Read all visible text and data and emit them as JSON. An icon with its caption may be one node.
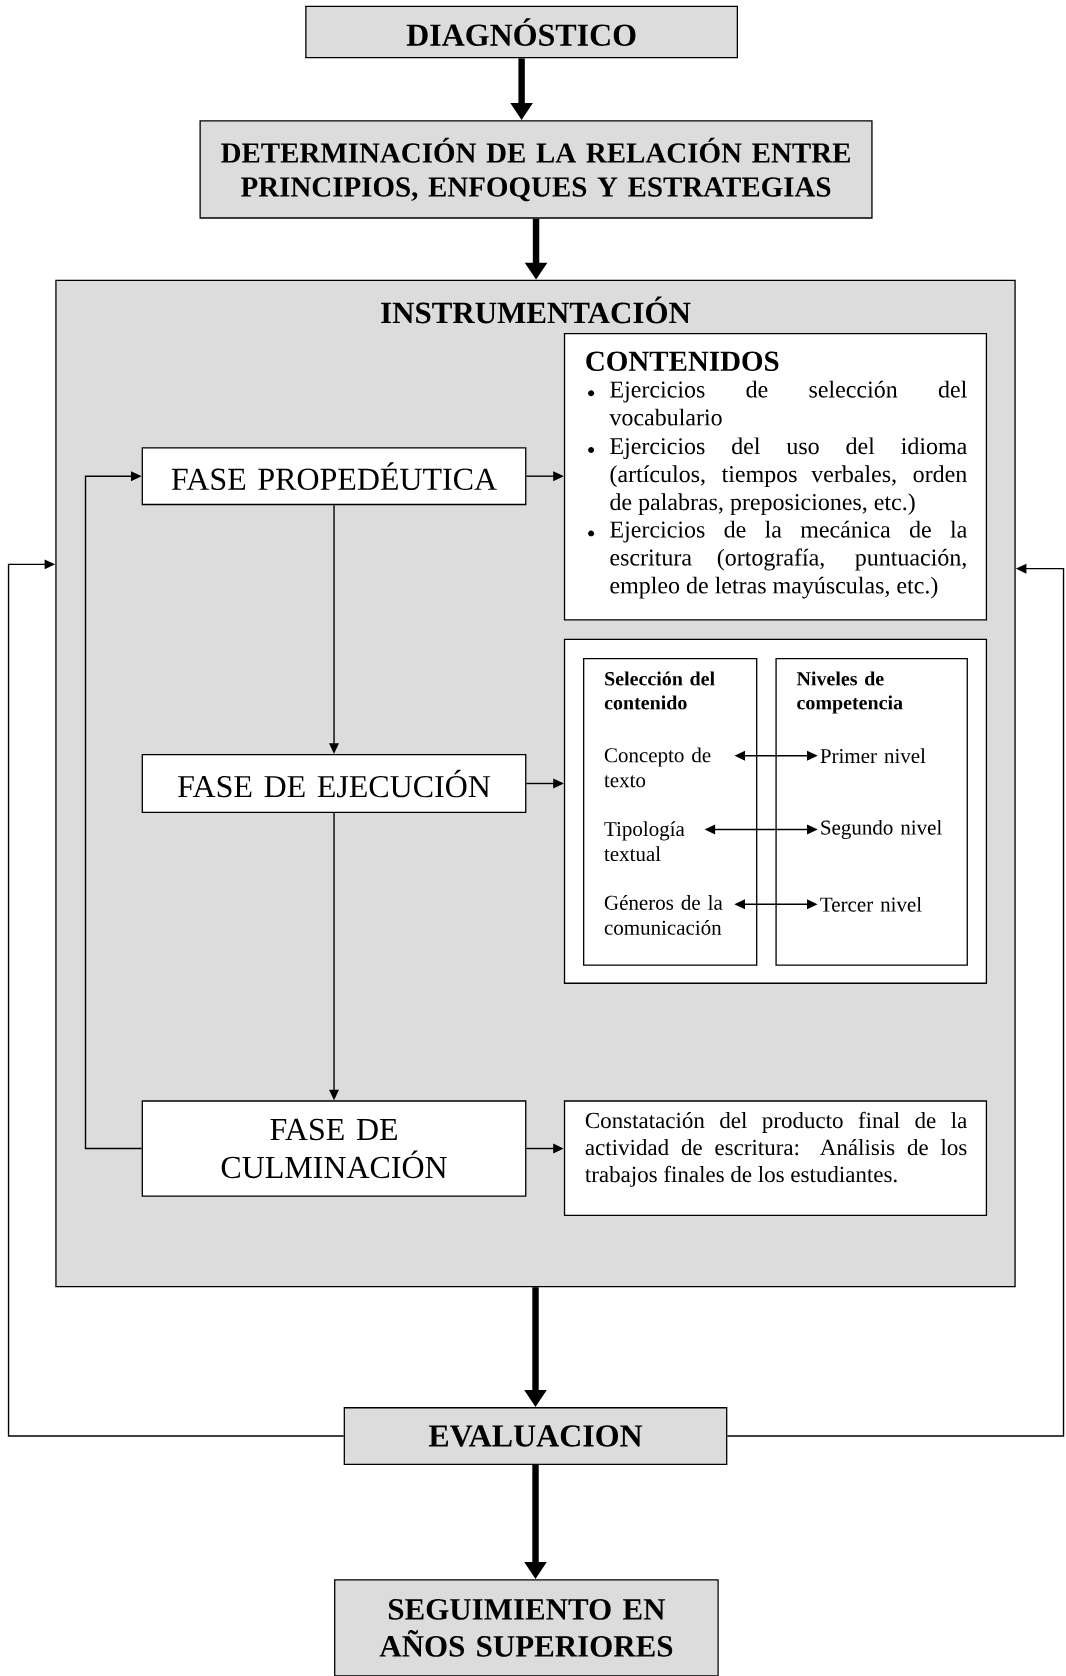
{
  "diagram": {
    "nodes": [
      {
        "text": [
          "DIAGNÓSTICO"
        ]
      },
      {
        "text": [
          "DETERMINACIÓN DE LA RELACIÓN ENTRE PRINCIPIOS, ENFOQUES Y ESTRATEGIAS"
        ]
      },
      {
        "text": [
          "INSTRUMENTACIÓN"
        ]
      },
      {
        "text": [
          "CONTENIDOS",
          "Ejercicios de selección del vocabulario",
          "Ejercicios del uso del idioma (artículos, tiempos verbales, orden de palabras, preposiciones, etc.)",
          "Ejercicios de la mecánica de la escritura (ortografía, puntuación, empleo de letras mayúsculas, etc.)"
        ],
        "in": 2
      },
      {
        "text": [
          "FASE PROPEDÉUTICA"
        ],
        "in": 2
      },
      {
        "text": [],
        "shape": "box",
        "in": 2
      },
      {
        "text": [
          "Selección del contenido"
        ],
        "in": 5
      },
      {
        "text": [
          "Concepto de texto"
        ],
        "in": 6
      },
      {
        "text": [
          "Tipología textual"
        ],
        "in": 6
      },
      {
        "text": [
          "Géneros de la comunicación"
        ],
        "in": 6
      },
      {
        "text": [
          "Niveles de competencia"
        ],
        "in": 5
      },
      {
        "text": [
          "Primer nivel"
        ],
        "in": 10
      },
      {
        "text": [
          "Segundo nivel"
        ],
        "in": 10
      },
      {
        "text": [
          "Tercer nivel"
        ],
        "in": 10
      },
      {
        "text": [
          "FASE DE EJECUCIÓN"
        ],
        "in": 2
      },
      {
        "text": [
          "FASE DE CULMINACIÓN"
        ],
        "in": 2
      },
      {
        "text": [
          "Constatación del producto final de la actividad de escritura: Análisis de los trabajos finales de los estudiantes."
        ],
        "in": 2
      },
      {
        "text": [
          "EVALUACION"
        ]
      },
      {
        "text": [
          "SEGUIMIENTO EN AÑOS SUPERIORES"
        ]
      }
    ],
    "edges": [
      {
        "from": 0,
        "to": 1,
        "arrow": "to",
        "style": "thick"
      },
      {
        "from": 1,
        "to": 2,
        "arrow": "to",
        "style": "thick"
      },
      {
        "from": 4,
        "to": 3,
        "arrow": "to"
      },
      {
        "from": 4,
        "to": 14,
        "arrow": "to"
      },
      {
        "from": 14,
        "to": 5,
        "arrow": "to"
      },
      {
        "from": 14,
        "to": 15,
        "arrow": "to"
      },
      {
        "from": 15,
        "to": 4,
        "arrow": "to"
      },
      {
        "from": 15,
        "to": 16,
        "arrow": "to"
      },
      {
        "from": 7,
        "to": 11,
        "arrow": "both"
      },
      {
        "from": 8,
        "to": 12,
        "arrow": "both"
      },
      {
        "from": 9,
        "to": 13,
        "arrow": "both"
      },
      {
        "from": 2,
        "to": 17,
        "arrow": "to",
        "style": "thick"
      },
      {
        "from": 17,
        "to": 2,
        "arrow": "to"
      },
      {
        "from": 17,
        "to": 2,
        "arrow": "to"
      },
      {
        "from": 17,
        "to": 18,
        "arrow": "to",
        "style": "thick"
      }
    ]
  }
}
